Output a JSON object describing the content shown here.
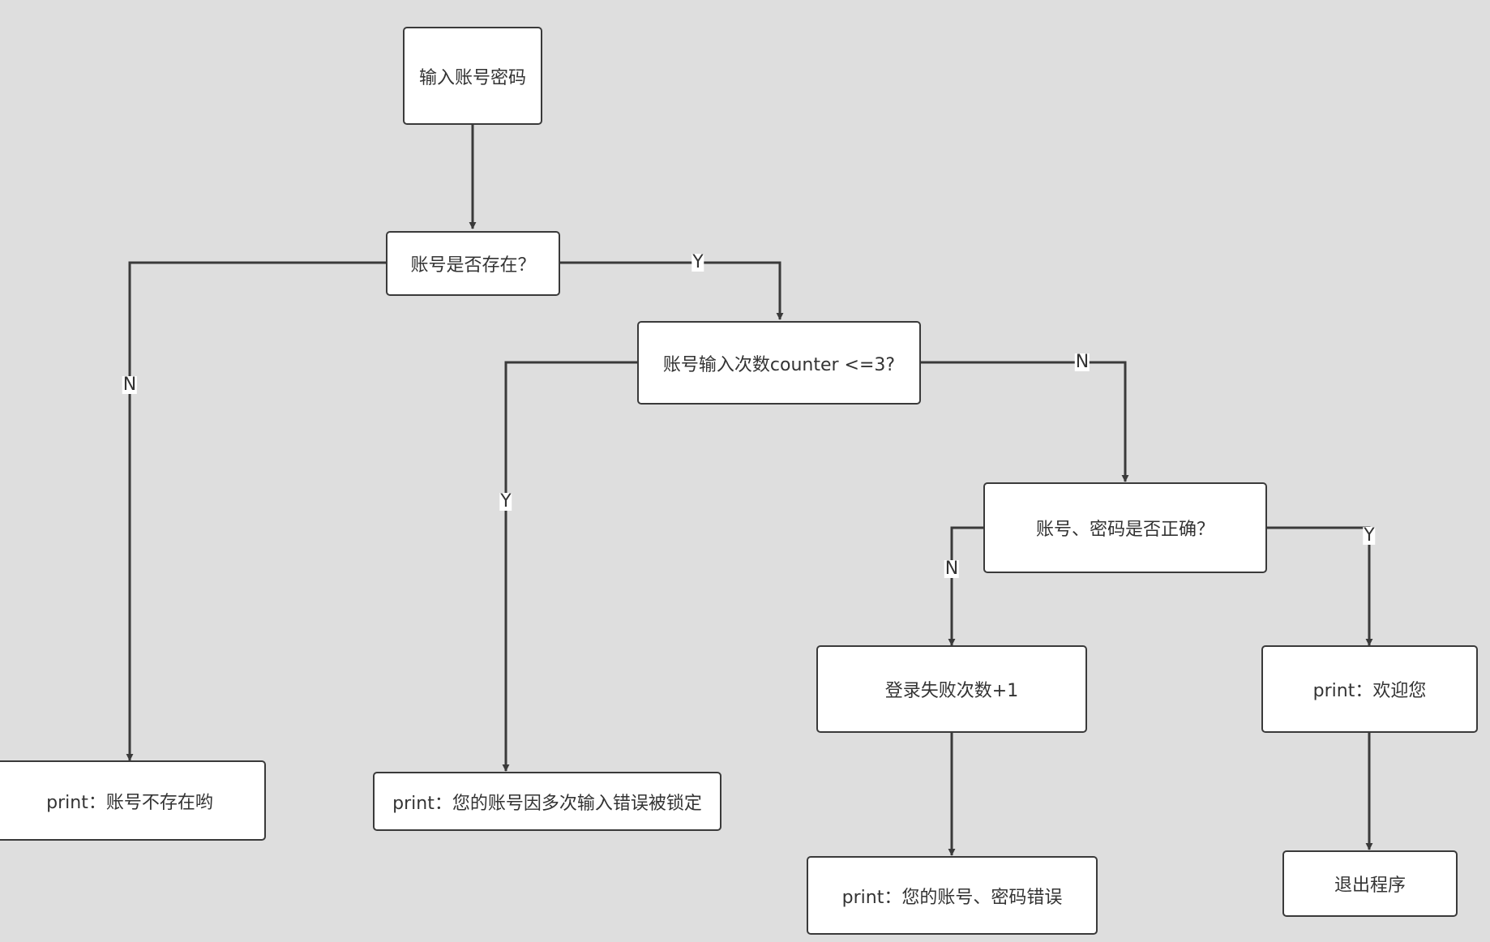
{
  "colors": {
    "background": "#dedede",
    "node_fill": "#ffffff",
    "stroke": "#3a3a3a",
    "text": "#333333"
  },
  "nodes": {
    "input": "输入账号密码",
    "account_exists": "账号是否存在？",
    "counter_check": "账号输入次数counter <=3?",
    "credentials_correct": "账号、密码是否正确？",
    "not_exist_msg": "print：账号不存在哟",
    "locked_msg": "print：您的账号因多次输入错误被锁定",
    "fail_increment": "登录失败次数+1",
    "welcome_msg": "print：欢迎您",
    "wrong_msg": "print：您的账号、密码错误",
    "exit": "退出程序"
  },
  "edges": {
    "exists_yes": "Y",
    "exists_no": "N",
    "counter_yes": "Y",
    "counter_no": "N",
    "correct_no": "N",
    "correct_yes": "Y"
  }
}
